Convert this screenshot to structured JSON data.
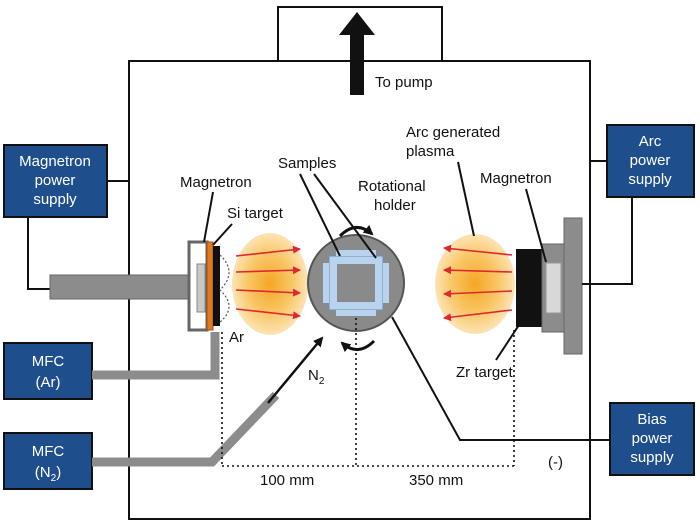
{
  "labels": {
    "to_pump": "To pump",
    "arc_plasma_line1": "Arc  generated",
    "arc_plasma_line2": "plasma",
    "samples": "Samples",
    "rot_holder_line1": "Rotational",
    "rot_holder_line2": "holder",
    "magnetron_left": "Magnetron",
    "magnetron_right": "Magnetron",
    "si_target": "Si target",
    "zr_target": "Zr target",
    "ar": "Ar",
    "n2_main": "N",
    "n2_sub": "2",
    "dist_100": "100 mm",
    "dist_350": "350 mm",
    "bias_sign": "(-)"
  },
  "boxes": {
    "magnetron_ps": [
      "Magnetron",
      "power",
      "supply"
    ],
    "arc_ps": [
      "Arc",
      "power",
      "supply"
    ],
    "mfc_ar": [
      "MFC",
      "(Ar)"
    ],
    "mfc_n2_line1": "MFC",
    "mfc_n2_open": "(N",
    "mfc_n2_sub": "2",
    "mfc_n2_close": ")",
    "bias_ps": [
      "Bias",
      "power",
      "supply"
    ]
  },
  "colors": {
    "box_fill": "#1f4e8c",
    "plasma_core": "#f7b733",
    "plasma_edge": "#fde7c0",
    "rays": "#e0262e",
    "holder": "#8a8a8a",
    "sample": "#b9d3ee",
    "si_target": "#e07a1f"
  }
}
